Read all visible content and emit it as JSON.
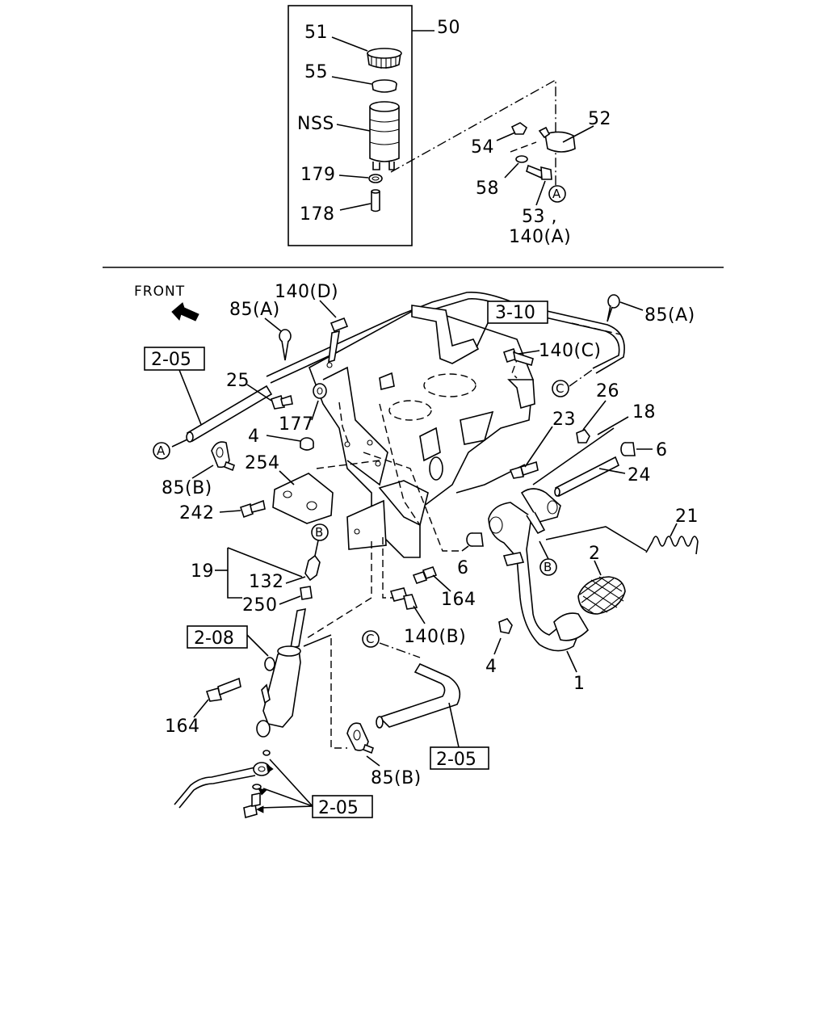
{
  "diagram": {
    "header": {
      "front_label": "FRONT"
    },
    "reservoir_group": {
      "group_label": "50",
      "labels": {
        "cap": "51",
        "seal": "55",
        "body": "NSS",
        "clip": "179",
        "pipe": "178",
        "bracket": "52",
        "nut": "54",
        "washer": "58",
        "bolt_line1": "53 ,",
        "bolt_line2": "140(A)"
      },
      "circle_ref": "A"
    },
    "pedal_assembly": {
      "labels": {
        "bolt_140d": "140(D)",
        "clip_85a_left": "85(A)",
        "clip_85a_right": "85(A)",
        "bolt_140c": "140(C)",
        "bolt_25": "25",
        "bushing_177": "177",
        "stopper_4_top": "4",
        "bracket_254": "254",
        "clamp_85b_top": "85(B)",
        "bolt_242": "242",
        "nut_23": "23",
        "washer_26": "26",
        "pin_18": "18",
        "bush_6_right": "6",
        "shaft_24": "24",
        "spring_21": "21",
        "pad_2": "2",
        "bush_6_mid": "6",
        "bolt_164_mid": "164",
        "bolt_140b": "140(B)",
        "stopper_4_bottom": "4",
        "pedal_arm_1": "1",
        "group_19": "19",
        "rod_132": "132",
        "nut_250": "250",
        "bolt_164_bottom": "164",
        "clamp_85b_bottom": "85(B)"
      },
      "ref_boxes": {
        "ref_3_10": "3-10",
        "ref_2_05_top": "2-05",
        "ref_2_08": "2-08",
        "ref_2_05_mid": "2-05",
        "ref_2_05_bottom": "2-05"
      },
      "circle_refs": {
        "a_left": "A",
        "b_top": "B",
        "b_right": "B",
        "c_top": "C",
        "c_bottom": "C"
      }
    }
  }
}
